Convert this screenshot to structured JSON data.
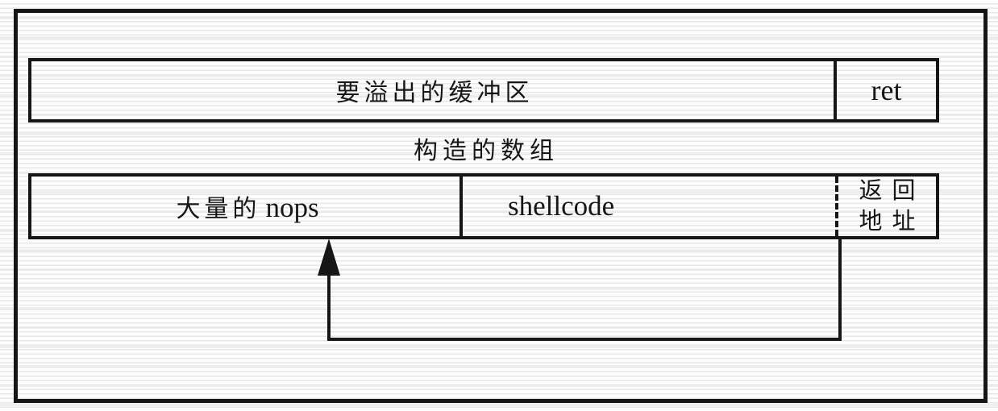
{
  "colors": {
    "line": "#161616",
    "paper": "#fdfdfd",
    "stripe": "#e7e7e7",
    "stripe2": "#efefef"
  },
  "diagram": {
    "top_row": {
      "buffer_label": "要溢出的缓冲区",
      "ret_label": "ret"
    },
    "middle_label": "构造的数组",
    "bottom_row": {
      "nops_label_cn": "大量的",
      "nops_label_en": "nops",
      "shellcode_label": "shellcode",
      "return_address_line1": "返回",
      "return_address_line2": "地址"
    }
  }
}
